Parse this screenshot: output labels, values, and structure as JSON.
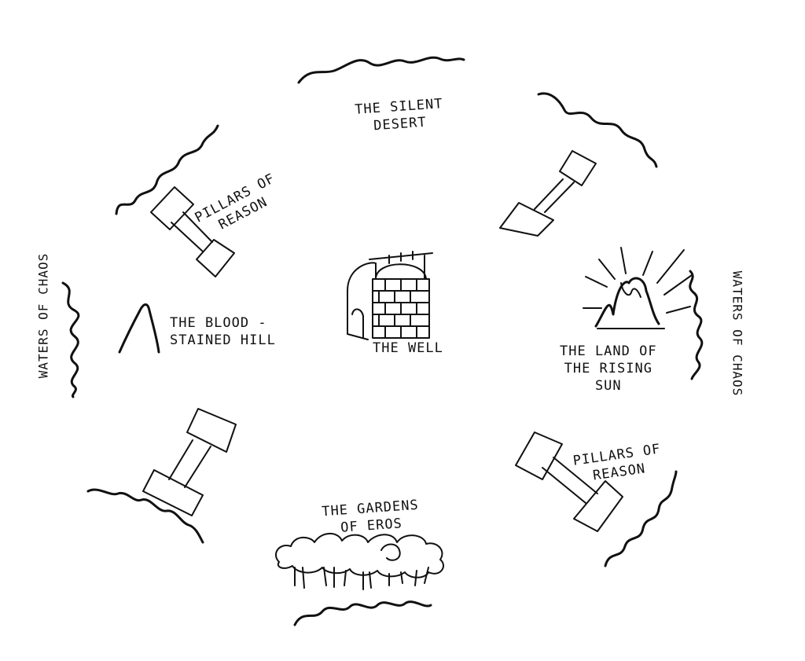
{
  "labels": {
    "silent_desert": "THE SILENT\nDESERT",
    "pillars_upper_left": "PILLARS OF\nREASON",
    "blood_hill": "THE BLOOD -\nSTAINED HILL",
    "well": "THE WELL",
    "rising_sun": "THE LAND OF\nTHE RISING\nSUN",
    "pillars_lower_right": "PILLARS OF\nREASON",
    "gardens": "THE GARDENS\nOF EROS",
    "waters_left": "WATERS OF CHAOS",
    "waters_right": "WATERS OF CHAOS"
  },
  "icons": [
    "wave-squiggle",
    "pillar",
    "hill-peak",
    "well",
    "rising-sun",
    "trees"
  ]
}
